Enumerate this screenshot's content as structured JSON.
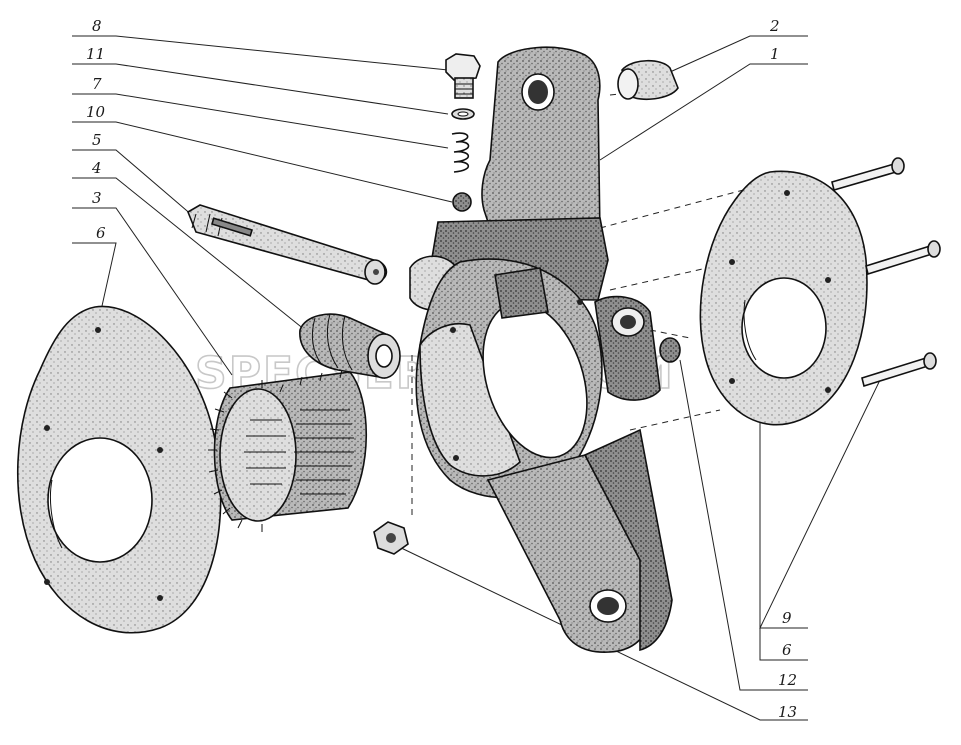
{
  "watermark": "SPECSERVER.COM",
  "labels": [
    "8",
    "11",
    "7",
    "10",
    "5",
    "4",
    "3",
    "6",
    "2",
    "1",
    "9",
    "6",
    "12",
    "13"
  ],
  "colors": {
    "ink": "#111111",
    "paper": "#ffffff",
    "shade": "#9a9a9a",
    "light": "#cfcfcf",
    "watermark": "#c8c8c8"
  }
}
